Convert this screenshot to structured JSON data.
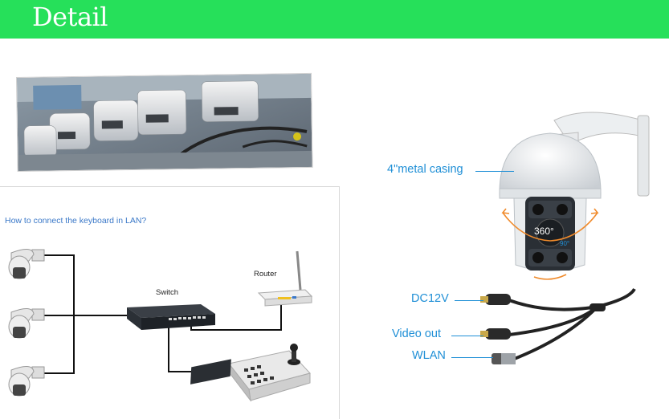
{
  "header": {
    "title": "Detail",
    "color": "#26e05a"
  },
  "diagram": {
    "title": "How to connect the keyboard in LAN?",
    "switch_label": "Switch",
    "router_label": "Router"
  },
  "camera_spec": {
    "casing_label": "4\"metal casing",
    "rotation_label": "360°",
    "tilt_label": "90°"
  },
  "cable": {
    "dc_label": "DC12V",
    "video_label": "Video out",
    "wlan_label": "WLAN"
  },
  "colors": {
    "callout": "#1f8fd6"
  }
}
